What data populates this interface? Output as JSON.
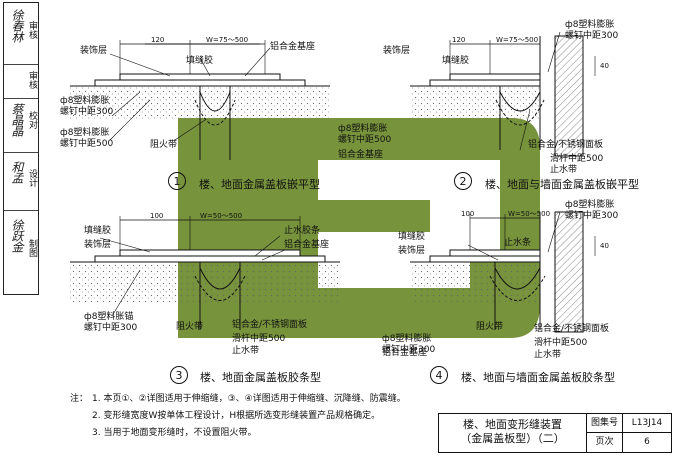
{
  "sidebar": {
    "rows": [
      {
        "label": "审核",
        "signature": "徐春林"
      },
      {
        "label": "审核",
        "signature": ""
      },
      {
        "label": "校对",
        "signature": "蔡晶晶"
      },
      {
        "label": "设计",
        "signature": "和孟"
      },
      {
        "label": "制图",
        "signature": "徐跃金"
      }
    ]
  },
  "labels": {
    "dim_120": "120",
    "dim_w_75_500": "W=75～500",
    "dim_100": "100",
    "dim_w_50_500": "W=50～500",
    "dim_40": "40",
    "decor_layer": "装饰层",
    "filler_glue": "填缝胶",
    "al_base": "铝合金基座",
    "screw_300": "ф8塑料膨胀\n螺钉中距300",
    "screw_300_alt": "ф8塑料胀锚\n螺钉中距300",
    "screw_500": "ф8塑料膨胀\n螺钉中距500",
    "fire_belt": "阻火带",
    "cover_plate": "铝合金/不锈钢面板",
    "slide_bar": "滑杆中距500",
    "water_stop": "止水带",
    "water_stop_2": "止水条",
    "rubber_strip": "止水胶条"
  },
  "captions": [
    {
      "num": "1",
      "text": "楼、地面金属盖板嵌平型"
    },
    {
      "num": "2",
      "text": "楼、地面与墙面金属盖板嵌平型"
    },
    {
      "num": "3",
      "text": "楼、地面金属盖板胶条型"
    },
    {
      "num": "4",
      "text": "楼、地面与墙面金属盖板胶条型"
    }
  ],
  "notes": {
    "heading": "注：",
    "items": [
      "1. 本页①、②详图适用于伸缩缝，③、④详图适用于伸缩缝、沉降缝、防震缝。",
      "2. 变形缝宽度W按单体工程设计，H根据所选变形缝装置产品规格确定。",
      "3. 当用于地面变形缝时，不设置阻火带。"
    ]
  },
  "titleblock": {
    "title_line1": "楼、地面变形缝装置",
    "title_line2": "（金属盖板型）（二）",
    "atlas_label": "图集号",
    "atlas_value": "L13J14",
    "page_label": "页次",
    "page_value": "6"
  },
  "watermark": {
    "color": "#6b8a2a"
  }
}
